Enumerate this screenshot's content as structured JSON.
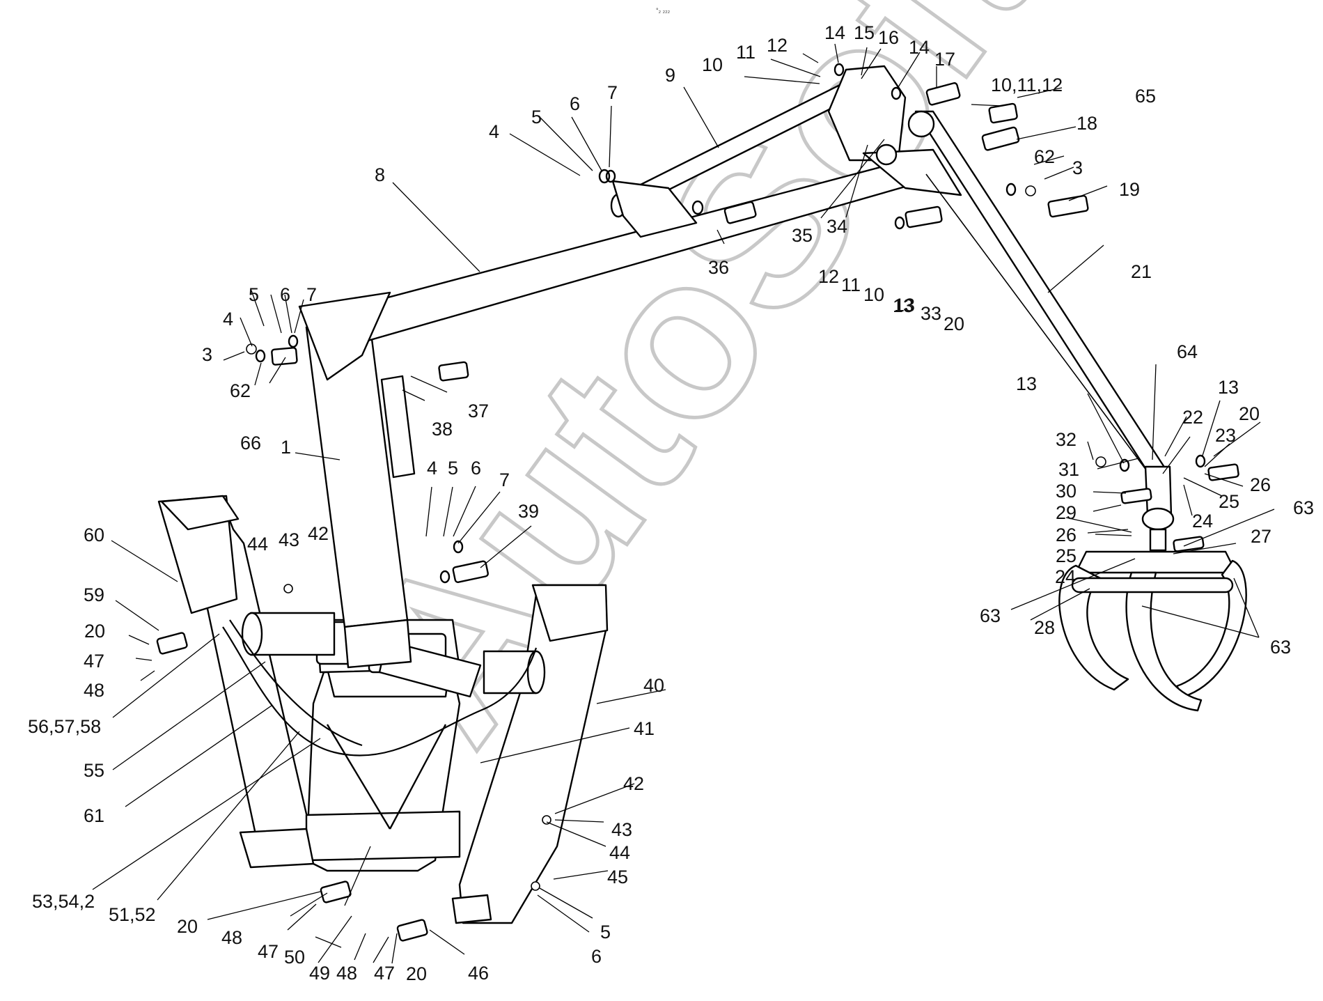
{
  "header_mark": "°₂ ₂₂₂",
  "watermark": "AutoSoft",
  "labels": [
    "1",
    "2",
    "3",
    "4",
    "5",
    "6",
    "7",
    "8",
    "9",
    "10",
    "11",
    "12",
    "13",
    "14",
    "15",
    "16",
    "17",
    "18",
    "19",
    "20",
    "21",
    "10,11,12",
    "65",
    "62",
    "36",
    "35",
    "34",
    "33",
    "37",
    "38",
    "66",
    "39",
    "40",
    "41",
    "42",
    "43",
    "44",
    "45",
    "46",
    "47",
    "48",
    "49",
    "50",
    "51,52",
    "53,54,2",
    "55",
    "56,57,58",
    "59",
    "60",
    "61",
    "63",
    "64",
    "22",
    "23",
    "24",
    "25",
    "26",
    "27",
    "28",
    "29",
    "30",
    "31",
    "32"
  ]
}
